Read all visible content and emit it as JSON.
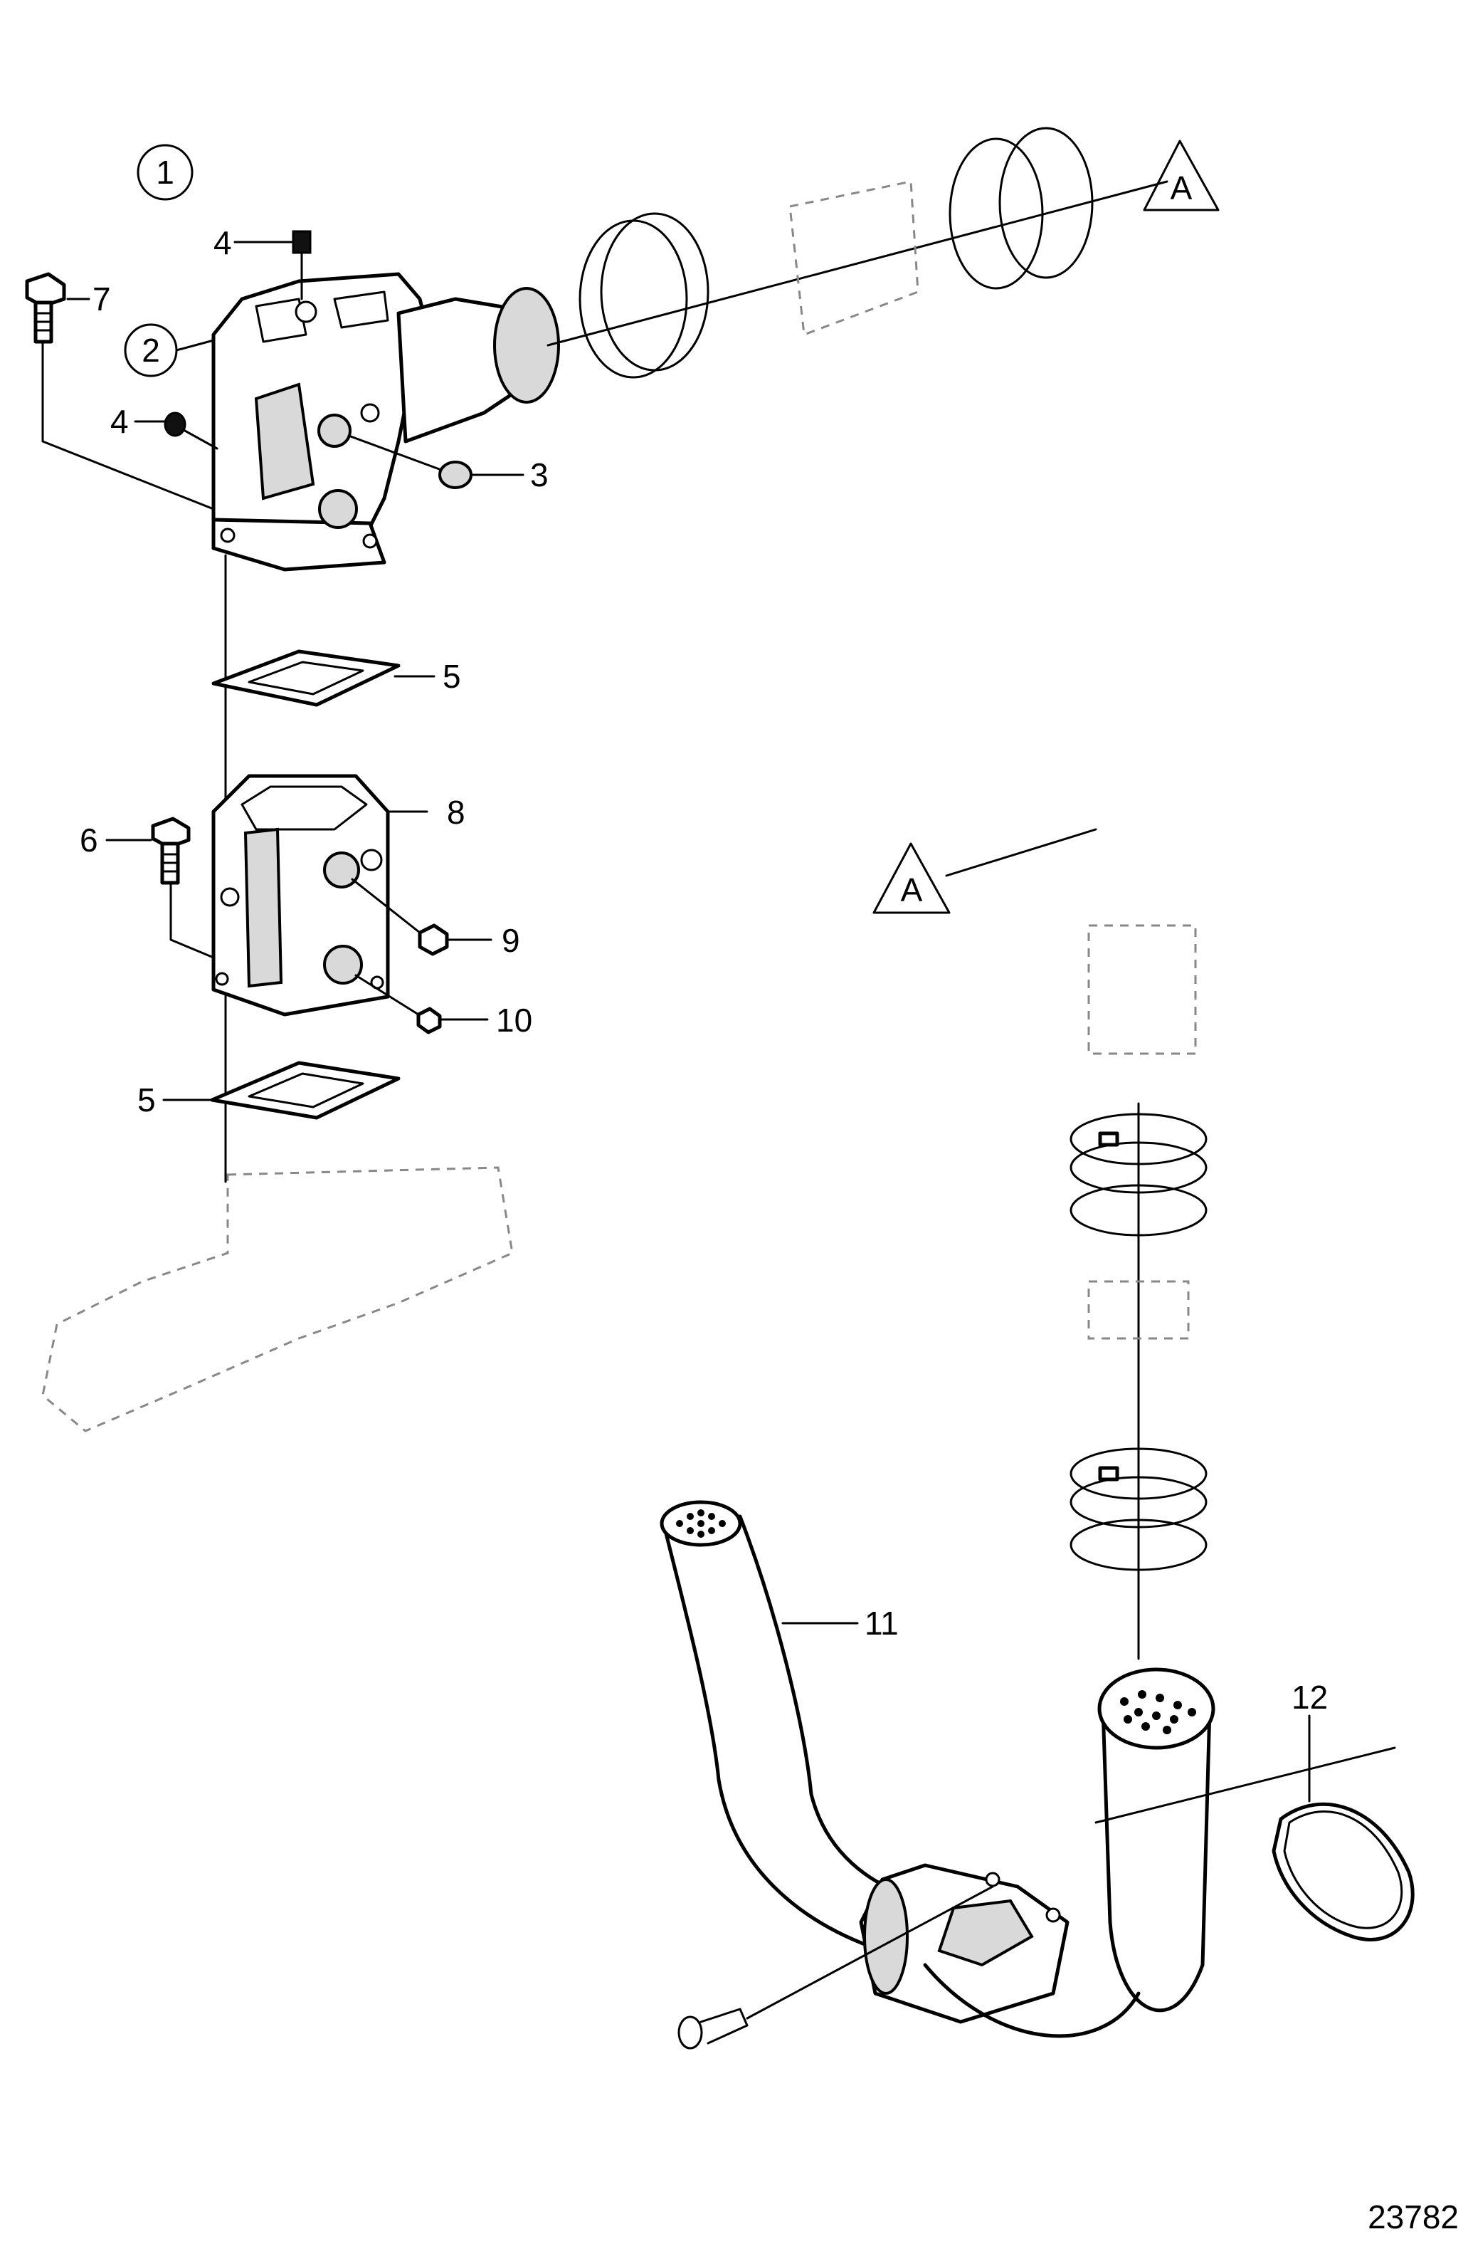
{
  "diagram": {
    "callouts": {
      "c1": "1",
      "c2": "2",
      "c3": "3",
      "c4a": "4",
      "c4b": "4",
      "c5a": "5",
      "c5b": "5",
      "c6": "6",
      "c7": "7",
      "c8": "8",
      "c9": "9",
      "c10": "10",
      "c11": "11",
      "c12": "12"
    },
    "connector_marks": {
      "top": "A",
      "middle": "A"
    },
    "figure_number": "23782"
  }
}
